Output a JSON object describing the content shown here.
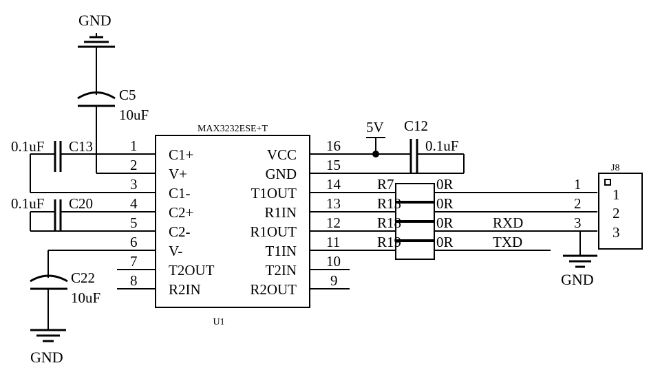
{
  "chip": {
    "part": "MAX3232ESE+T",
    "ref": "U1",
    "left_pins": [
      {
        "num": "1",
        "name": "C1+"
      },
      {
        "num": "2",
        "name": "V+"
      },
      {
        "num": "3",
        "name": "C1-"
      },
      {
        "num": "4",
        "name": "C2+"
      },
      {
        "num": "5",
        "name": "C2-"
      },
      {
        "num": "6",
        "name": "V-"
      },
      {
        "num": "7",
        "name": "T2OUT"
      },
      {
        "num": "8",
        "name": "R2IN"
      }
    ],
    "right_pins": [
      {
        "num": "16",
        "name": "VCC"
      },
      {
        "num": "15",
        "name": "GND"
      },
      {
        "num": "14",
        "name": "T1OUT"
      },
      {
        "num": "13",
        "name": "R1IN"
      },
      {
        "num": "12",
        "name": "R1OUT"
      },
      {
        "num": "11",
        "name": "T1IN"
      },
      {
        "num": "10",
        "name": "T2IN"
      },
      {
        "num": "9",
        "name": "R2OUT"
      }
    ]
  },
  "capacitors": {
    "c5": {
      "ref": "C5",
      "value": "10uF"
    },
    "c13": {
      "ref": "C13",
      "value": "0.1uF"
    },
    "c20": {
      "ref": "C20",
      "value": "0.1uF"
    },
    "c22": {
      "ref": "C22",
      "value": "10uF"
    },
    "c12": {
      "ref": "C12",
      "value": "0.1uF"
    }
  },
  "resistors": [
    {
      "ref": "R7",
      "value": "0R"
    },
    {
      "ref": "R13",
      "value": "0R"
    },
    {
      "ref": "R18",
      "value": "0R"
    },
    {
      "ref": "R19",
      "value": "0R"
    }
  ],
  "power": {
    "gnd": "GND",
    "vcc": "5V"
  },
  "nets": {
    "rxd": "RXD",
    "txd": "TXD"
  },
  "connector": {
    "ref": "J8",
    "pins": [
      "1",
      "2",
      "3"
    ],
    "wire_labels": [
      "1",
      "2",
      "3"
    ]
  }
}
